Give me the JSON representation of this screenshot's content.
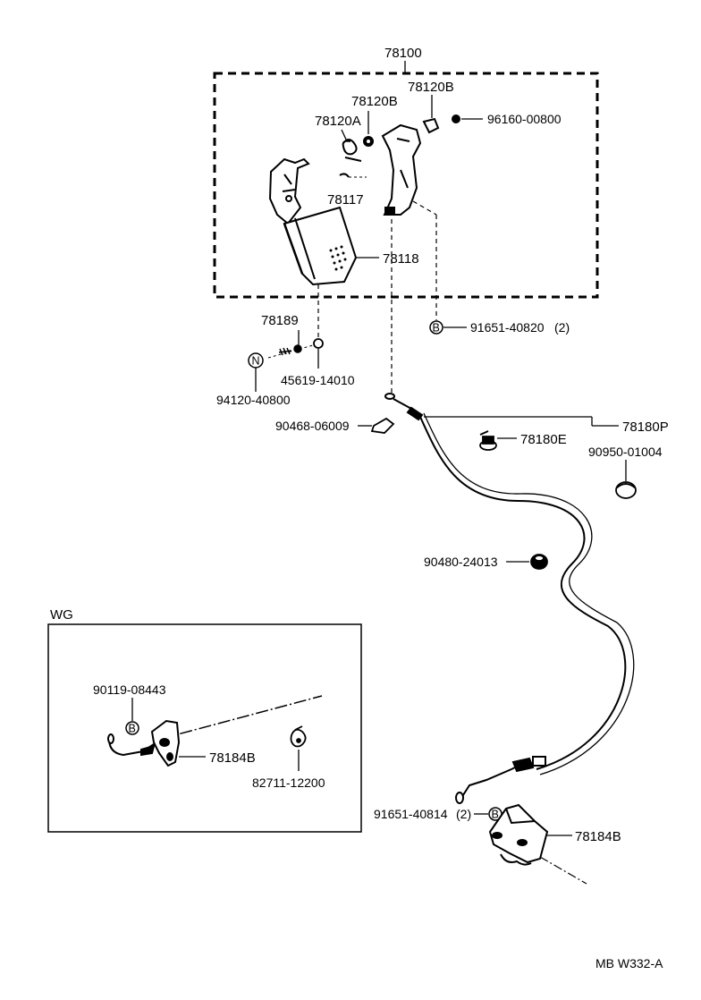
{
  "diagram": {
    "assembly_label": "78100",
    "labels": {
      "p78120B_a": "78120B",
      "p78120B_b": "78120B",
      "p78120A": "78120A",
      "p96160": "96160-00800",
      "p78117": "78117",
      "p78118": "78118",
      "p78189": "78189",
      "p45619": "45619-14010",
      "p94120": "94120-40800",
      "p91651_40820": "91651-40820",
      "p91651_40820_qty": "(2)",
      "p90468": "90468-06009",
      "p78180P": "78180P",
      "p78180E": "78180E",
      "p90950": "90950-01004",
      "p90480": "90480-24013",
      "p91651_40814": "91651-40814",
      "p91651_40814_qty": "(2)",
      "p78184B_main": "78184B"
    },
    "markers": {
      "n_marker": "N",
      "b_marker": "B"
    },
    "inset": {
      "title": "WG",
      "labels": {
        "p90119": "90119-08443",
        "p78184B": "78184B",
        "p82711": "82711-12200"
      }
    },
    "footer_code": "MB W332-A"
  }
}
